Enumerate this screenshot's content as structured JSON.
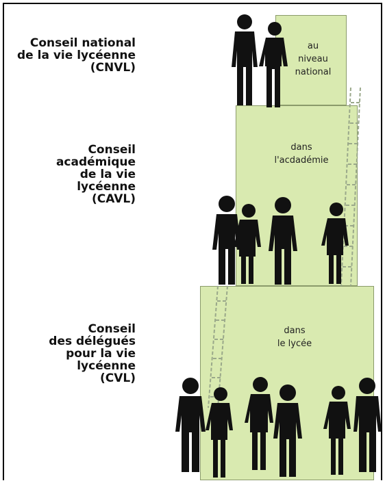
{
  "levels": [
    {
      "label_lines": [
        "Conseil national",
        "de la vie lycéenne",
        "(CNVL)"
      ],
      "scope_lines": [
        "au",
        "niveau",
        "national"
      ]
    },
    {
      "label_lines": [
        "Conseil",
        "académique",
        "de la vie",
        "lycéenne",
        "(CAVL)"
      ],
      "scope_lines": [
        "dans",
        "l'acdadémie"
      ]
    },
    {
      "label_lines": [
        "Conseil",
        "des délégués",
        "pour la vie",
        "lycéenne",
        "(CVL)"
      ],
      "scope_lines": [
        "dans",
        "le lycée"
      ]
    }
  ],
  "colors": {
    "block_fill": "#d9eab0",
    "silhouette": "#111111",
    "ladder": "#9aa88a"
  }
}
